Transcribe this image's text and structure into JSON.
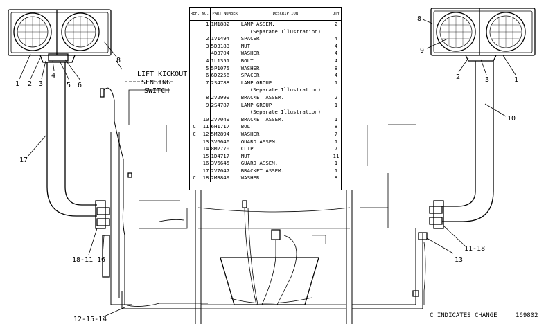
{
  "table": {
    "headers": [
      "REF. NO.",
      "PART NUMBER",
      "DESCRIPTION",
      "QTY"
    ],
    "rows": [
      {
        "c": "",
        "ref": "1",
        "part": "1M1882",
        "desc": "LAMP ASSEM.",
        "qty": "2"
      },
      {
        "c": "",
        "ref": "",
        "part": "",
        "desc": "(Separate Illustration)",
        "qty": "",
        "sub": true
      },
      {
        "c": "",
        "ref": "2",
        "part": "1V1494",
        "desc": "SPACER",
        "qty": "4"
      },
      {
        "c": "",
        "ref": "3",
        "part": "5D3183",
        "desc": "NUT",
        "qty": "4"
      },
      {
        "c": "",
        "ref": "",
        "part": "4D3704",
        "desc": "WASHER",
        "qty": "4"
      },
      {
        "c": "",
        "ref": "4",
        "part": "1L1351",
        "desc": "BOLT",
        "qty": "4"
      },
      {
        "c": "",
        "ref": "5",
        "part": "5P1075",
        "desc": "WASHER",
        "qty": "8"
      },
      {
        "c": "",
        "ref": "6",
        "part": "6D2256",
        "desc": "SPACER",
        "qty": "4"
      },
      {
        "c": "",
        "ref": "7",
        "part": "2S4788",
        "desc": "LAMP GROUP",
        "qty": "1"
      },
      {
        "c": "",
        "ref": "",
        "part": "",
        "desc": "(Separate Illustration)",
        "qty": "",
        "sub": true
      },
      {
        "c": "",
        "ref": "8",
        "part": "2V2999",
        "desc": "BRACKET ASSEM.",
        "qty": "2"
      },
      {
        "c": "",
        "ref": "9",
        "part": "2S4787",
        "desc": "LAMP GROUP",
        "qty": "1"
      },
      {
        "c": "",
        "ref": "",
        "part": "",
        "desc": "(Separate Illustration)",
        "qty": "",
        "sub": true
      },
      {
        "c": "",
        "ref": "10",
        "part": "2V7049",
        "desc": "BRACKET ASSEM.",
        "qty": "1"
      },
      {
        "c": "C",
        "ref": "11",
        "part": "6H1717",
        "desc": "BOLT",
        "qty": "8"
      },
      {
        "c": "C",
        "ref": "12",
        "part": "5M2894",
        "desc": "WASHER",
        "qty": "7"
      },
      {
        "c": "",
        "ref": "13",
        "part": "3V6646",
        "desc": "GUARD ASSEM.",
        "qty": "1"
      },
      {
        "c": "",
        "ref": "14",
        "part": "8M2770",
        "desc": "CLIP",
        "qty": "7"
      },
      {
        "c": "",
        "ref": "15",
        "part": "1D4717",
        "desc": "NUT",
        "qty": "11"
      },
      {
        "c": "",
        "ref": "16",
        "part": "3V6645",
        "desc": "GUARD ASSEM.",
        "qty": "1"
      },
      {
        "c": "",
        "ref": "17",
        "part": "2V7047",
        "desc": "BRACKET ASSEM.",
        "qty": "1"
      },
      {
        "c": "C",
        "ref": "18",
        "part": "2M3849",
        "desc": "WASHER",
        "qty": "8"
      }
    ]
  },
  "callouts": {
    "left_lamp": [
      "1",
      "2",
      "3",
      "4",
      "5",
      "6",
      "8"
    ],
    "right_lamp": [
      "8",
      "9",
      "2",
      "3",
      "1"
    ],
    "switch": [
      "LIFT KICKOUT",
      "SENSING",
      "SWITCH"
    ],
    "n17": "17",
    "n10": "10",
    "n18_11": "18-11",
    "n16": "16",
    "n11_18": "11-18",
    "n13": "13",
    "n12_15_14": "12-15-14"
  },
  "footer": {
    "note": "C INDICATES CHANGE",
    "code": "169802"
  }
}
